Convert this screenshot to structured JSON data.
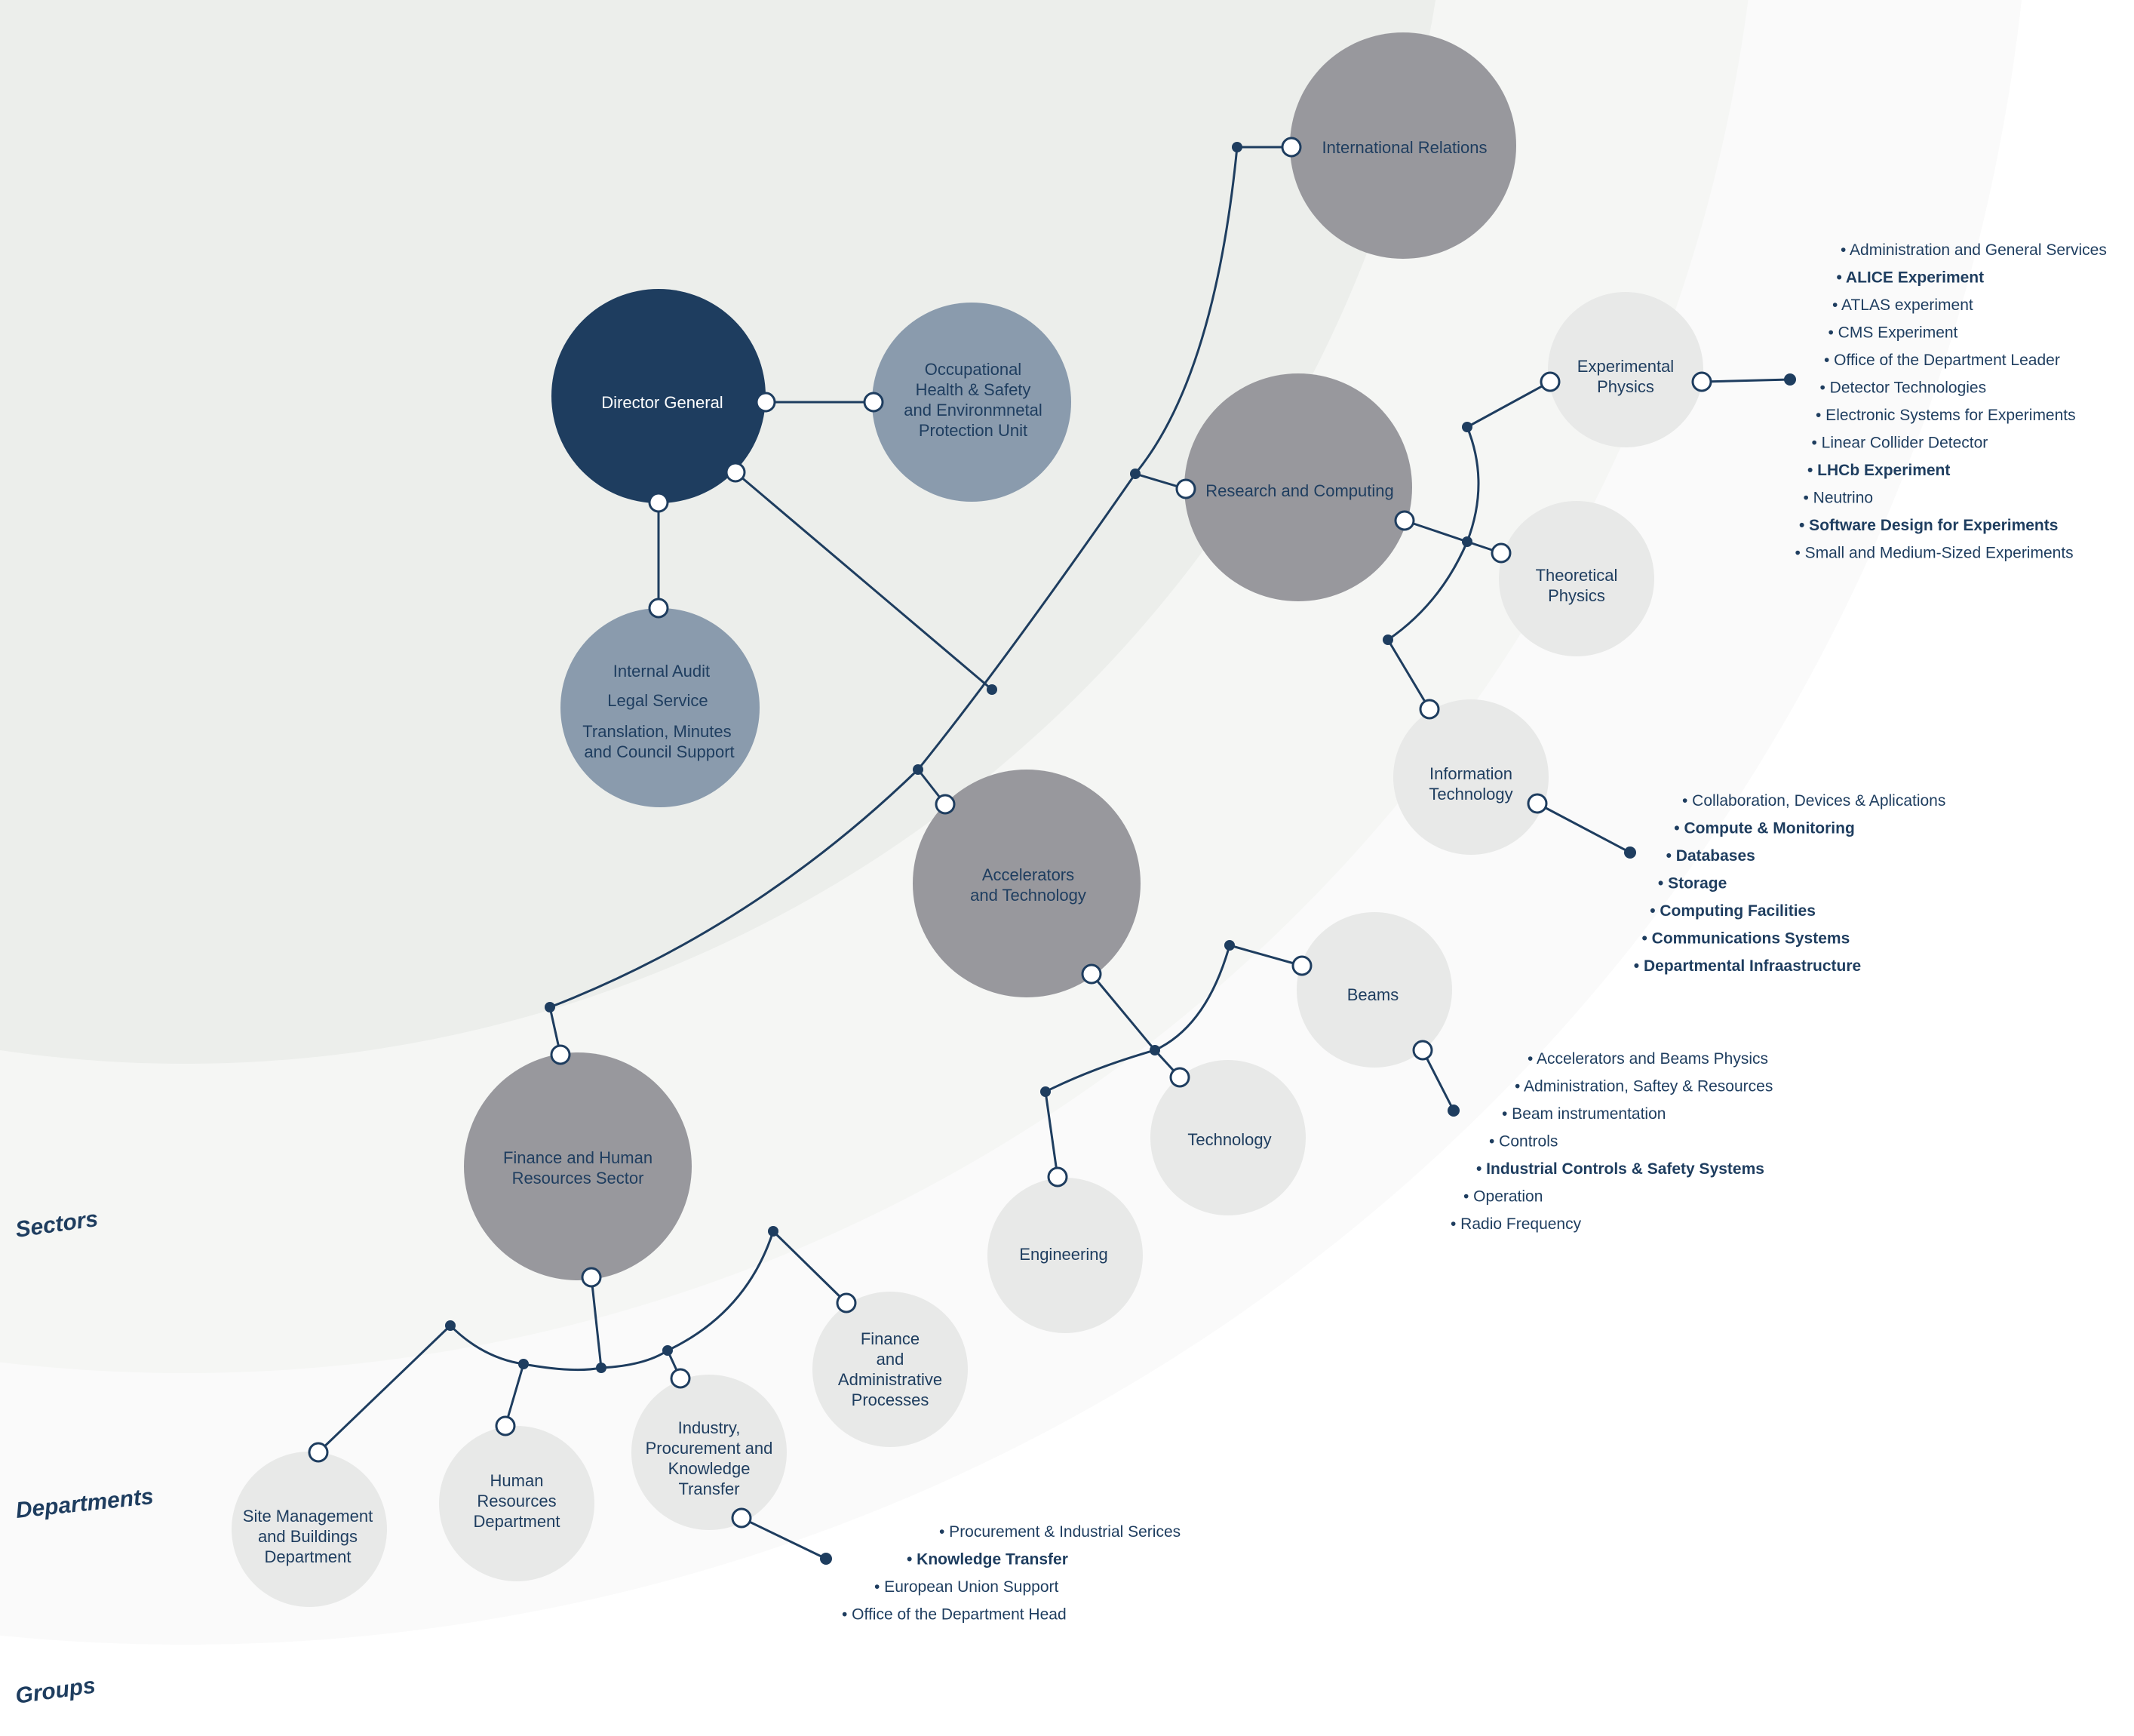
{
  "zones": {
    "sectors": "Sectors",
    "departments": "Departments",
    "groups": "Groups"
  },
  "colors": {
    "director": "#1e3d5f",
    "support": "#8a9bad",
    "sector": "#98989d",
    "department": "#e8e9e8",
    "line": "#1e3d5f",
    "text": "#1e3d5f",
    "band_sectors": "#eceeeb",
    "band_departments": "#f5f6f4",
    "band_groups": "#fafafa"
  },
  "nodes": {
    "director": [
      "Director General"
    ],
    "ohs": [
      "Occupational",
      "Health & Safety",
      "and Environmnetal",
      "Protection Unit"
    ],
    "audit": [
      "Internal Audit",
      "Legal Service",
      "Translation, Minutes",
      "and Council Support"
    ],
    "intl": [
      "International Relations"
    ],
    "rc": [
      "Research and Computing"
    ],
    "at": [
      "Accelerators",
      "and Technology"
    ],
    "fhr": [
      "Finance and Human",
      "Resources Sector"
    ],
    "ep": [
      "Experimental",
      "Physics"
    ],
    "th": [
      "Theoretical",
      "Physics"
    ],
    "it": [
      "Information",
      "Technology"
    ],
    "beams": [
      "Beams"
    ],
    "tech": [
      "Technology"
    ],
    "eng": [
      "Engineering"
    ],
    "fap": [
      "Finance",
      "and",
      "Administrative",
      "Processes"
    ],
    "ipt": [
      "Industry,",
      "Procurement and",
      "Knowledge",
      "Transfer"
    ],
    "hr": [
      "Human",
      "Resources",
      "Department"
    ],
    "smb": [
      "Site Management",
      "and Buildings",
      "Department"
    ]
  },
  "groups": {
    "ep": [
      {
        "text": "Administration and General Services",
        "bold": false
      },
      {
        "text": "ALICE Experiment",
        "bold": true
      },
      {
        "text": "ATLAS experiment",
        "bold": false
      },
      {
        "text": "CMS Experiment",
        "bold": false
      },
      {
        "text": "Office of the Department Leader",
        "bold": false
      },
      {
        "text": "Detector Technologies",
        "bold": false
      },
      {
        "text": "Electronic Systems for Experiments",
        "bold": false
      },
      {
        "text": "Linear Collider Detector",
        "bold": false
      },
      {
        "text": "LHCb Experiment",
        "bold": true
      },
      {
        "text": "Neutrino",
        "bold": false
      },
      {
        "text": "Software Design for Experiments",
        "bold": true
      },
      {
        "text": "Small and Medium-Sized Experiments",
        "bold": false
      }
    ],
    "it": [
      {
        "text": "Collaboration, Devices & Aplications",
        "bold": false
      },
      {
        "text": "Compute & Monitoring",
        "bold": true
      },
      {
        "text": "Databases",
        "bold": true
      },
      {
        "text": "Storage",
        "bold": true
      },
      {
        "text": "Computing Facilities",
        "bold": true
      },
      {
        "text": "Communications Systems",
        "bold": true
      },
      {
        "text": "Departmental Infraastructure",
        "bold": true
      }
    ],
    "beams": [
      {
        "text": "Accelerators and Beams Physics",
        "bold": false
      },
      {
        "text": "Administration, Saftey & Resources",
        "bold": false
      },
      {
        "text": "Beam instrumentation",
        "bold": false
      },
      {
        "text": "Controls",
        "bold": false
      },
      {
        "text": "Industrial Controls & Safety Systems",
        "bold": true
      },
      {
        "text": "Operation",
        "bold": false
      },
      {
        "text": "Radio Frequency",
        "bold": false
      }
    ],
    "ipt": [
      {
        "text": "Procurement & Industrial Serices",
        "bold": false
      },
      {
        "text": "Knowledge Transfer",
        "bold": true
      },
      {
        "text": "European Union Support",
        "bold": false
      },
      {
        "text": "Office of the Department Head",
        "bold": false
      }
    ]
  }
}
